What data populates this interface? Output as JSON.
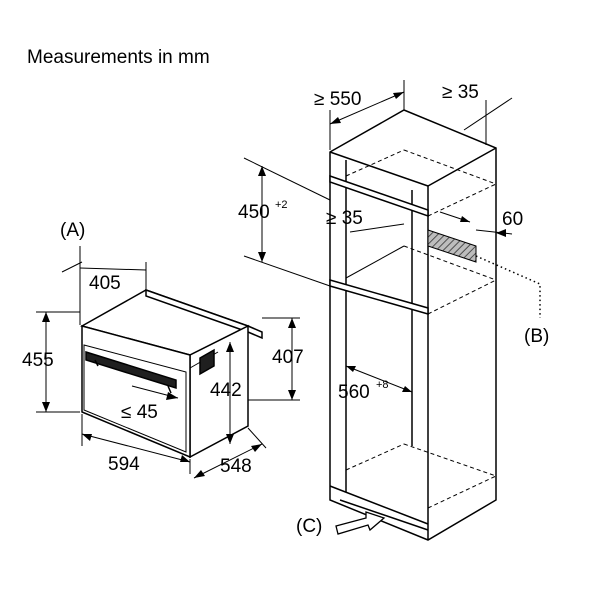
{
  "title": "Measurements in mm",
  "labels": {
    "a": "(A)",
    "b": "(B)",
    "c": "(C)"
  },
  "oven": {
    "depth_top": "405",
    "height": "455",
    "front_height": "442",
    "side_height": "407",
    "handle_gap": "≤ 45",
    "width": "594",
    "depth": "548"
  },
  "cabinet": {
    "depth_min": "≥ 550",
    "back_gap": "≥ 35",
    "opening_height": "450",
    "opening_height_tol": "+2",
    "vent_gap": "≥ 35",
    "vent_height": "60",
    "width": "560",
    "width_tol": "+8"
  }
}
